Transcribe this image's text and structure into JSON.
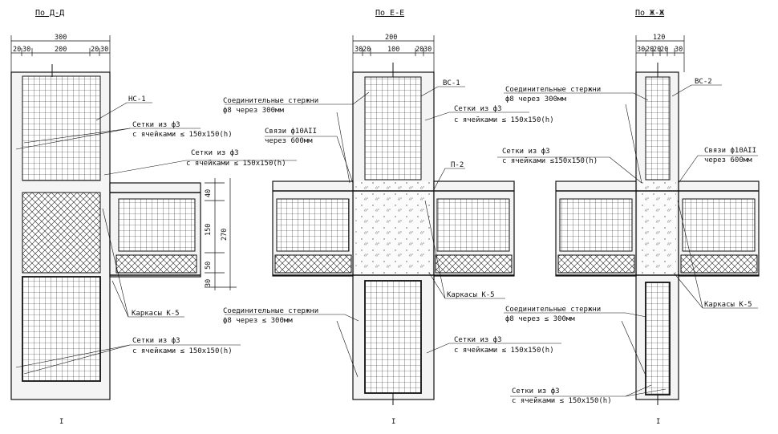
{
  "sections": {
    "dd": {
      "title": "По Д-Д",
      "dims_top": [
        "300",
        "20",
        "30",
        "200",
        "20",
        "30"
      ],
      "labels": {
        "nc1": "НС-1",
        "mesh_top_1": "Сетки из ф3",
        "mesh_top_2": "с ячейками ≤ 150х150(h)",
        "mesh_mid_1": "Сетки из ф3",
        "mesh_mid_2": "с ячейками ≤ 150х150(h)",
        "cage": "Каркасы К-5",
        "mesh_bot_1": "Сетки из ф3",
        "mesh_bot_2": "с ячейками ≤ 150х150(h)"
      },
      "dims_side": [
        "40",
        "150",
        "270",
        "50",
        "30"
      ]
    },
    "ee": {
      "title": "По Е-Е",
      "dims_top": [
        "200",
        "30",
        "20",
        "100",
        "20",
        "30"
      ],
      "labels": {
        "conn_1": "Соединительные стержни",
        "conn_2": "ф8 через    300мм",
        "vs1": "ВС-1",
        "mesh_1": "Сетки из ф3",
        "mesh_2": "с ячейками ≤ 150х150(h)",
        "ties_1": "Связи ф10АII",
        "ties_2": "через 600мм",
        "p2": "П-2",
        "cage": "Каркасы К-5",
        "conn_b_1": "Соединительные стержни",
        "conn_b_2": "ф8 через ≤ 300мм",
        "mesh_b_1": "Сетки из ф3",
        "mesh_b_2": "с ячейками ≤ 150х150(h)"
      }
    },
    "zz": {
      "title": "По Ж-Ж",
      "dims_top": [
        "120",
        "30",
        "20",
        "20",
        "20",
        "30"
      ],
      "labels": {
        "conn_1": "Соединительные стержни",
        "conn_2": "ф8 через    300мм",
        "vs2": "ВС-2",
        "mesh_1": "Сетки из ф3",
        "mesh_2": "с ячейками  ≤150х150(h)",
        "ties_1": "Связи ф10АII",
        "ties_2": "через 600мм",
        "cage": "Каркасы К-5",
        "conn_b_1": "Соединительные стержни",
        "conn_b_2": "ф8 через ≤ 300мм",
        "mesh_b_1": "Сетки из ф3",
        "mesh_b_2": "с ячейками ≤ 150х150(h)"
      }
    }
  },
  "axis_mark": "I"
}
